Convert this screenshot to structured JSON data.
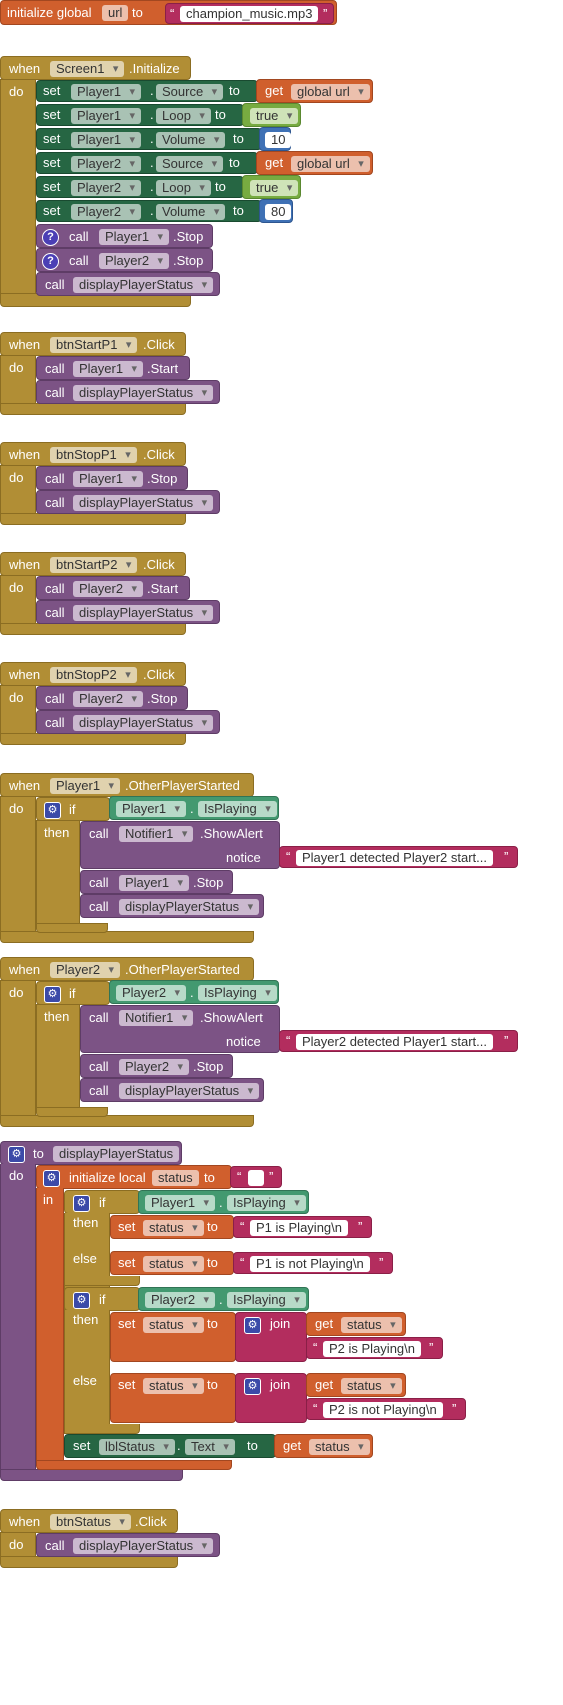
{
  "global": {
    "init_label": "initialize global",
    "var": "url",
    "to": "to",
    "value": "champion_music.mp3"
  },
  "kw": {
    "when": "when",
    "do": "do",
    "set": "set",
    "to": "to",
    "get": "get",
    "call": "call",
    "if": "if",
    "then": "then",
    "else": "else",
    "in": "in",
    "dot": ".",
    "notice": "notice",
    "join": "join",
    "quote": "“",
    "quote_close": "”",
    "init_local": "initialize local",
    "to_proc": "to"
  },
  "screen_init": {
    "component": "Screen1",
    "event": ".Initialize",
    "sets": [
      {
        "component": "Player1",
        "property": "Source",
        "value": "global url",
        "kind": "get"
      },
      {
        "component": "Player1",
        "property": "Loop",
        "value": "true",
        "kind": "bool"
      },
      {
        "component": "Player1",
        "property": "Volume",
        "value": "10",
        "kind": "num"
      },
      {
        "component": "Player2",
        "property": "Source",
        "value": "global url",
        "kind": "get"
      },
      {
        "component": "Player2",
        "property": "Loop",
        "value": "true",
        "kind": "bool"
      },
      {
        "component": "Player2",
        "property": "Volume",
        "value": "80",
        "kind": "num"
      }
    ],
    "calls": [
      {
        "component": "Player1",
        "method": ".Stop"
      },
      {
        "component": "Player2",
        "method": ".Stop"
      }
    ],
    "proc_call": "displayPlayerStatus"
  },
  "click_events": [
    {
      "component": "btnStartP1",
      "event": ".Click",
      "player": "Player1",
      "method": ".Start",
      "proc": "displayPlayerStatus"
    },
    {
      "component": "btnStopP1",
      "event": ".Click",
      "player": "Player1",
      "method": ".Stop",
      "proc": "displayPlayerStatus"
    },
    {
      "component": "btnStartP2",
      "event": ".Click",
      "player": "Player2",
      "method": ".Start",
      "proc": "displayPlayerStatus"
    },
    {
      "component": "btnStopP2",
      "event": ".Click",
      "player": "Player2",
      "method": ".Stop",
      "proc": "displayPlayerStatus"
    }
  ],
  "other_started": [
    {
      "component": "Player1",
      "event": ".OtherPlayerStarted",
      "cond_comp": "Player1",
      "cond_prop": "IsPlaying",
      "notifier": "Notifier1",
      "alert": ".ShowAlert",
      "notice_text": "Player1 detected Player2 start...",
      "stop_comp": "Player1",
      "stop": ".Stop",
      "proc": "displayPlayerStatus"
    },
    {
      "component": "Player2",
      "event": ".OtherPlayerStarted",
      "cond_comp": "Player2",
      "cond_prop": "IsPlaying",
      "notifier": "Notifier1",
      "alert": ".ShowAlert",
      "notice_text": "Player2 detected Player1 start...",
      "stop_comp": "Player2",
      "stop": ".Stop",
      "proc": "displayPlayerStatus"
    }
  ],
  "procedure": {
    "name": "displayPlayerStatus",
    "local_var": "status",
    "local_init": "",
    "if1": {
      "comp": "Player1",
      "prop": "IsPlaying",
      "then_text": "P1 is Playing\\n",
      "else_text": "P1 is not Playing\\n"
    },
    "if2": {
      "comp": "Player2",
      "prop": "IsPlaying",
      "then_text": "P2 is Playing\\n",
      "else_text": "P2 is not Playing\\n"
    },
    "final_set": {
      "component": "lblStatus",
      "property": "Text",
      "value": "status"
    }
  },
  "status_click": {
    "component": "btnStatus",
    "event": ".Click",
    "proc": "displayPlayerStatus"
  }
}
